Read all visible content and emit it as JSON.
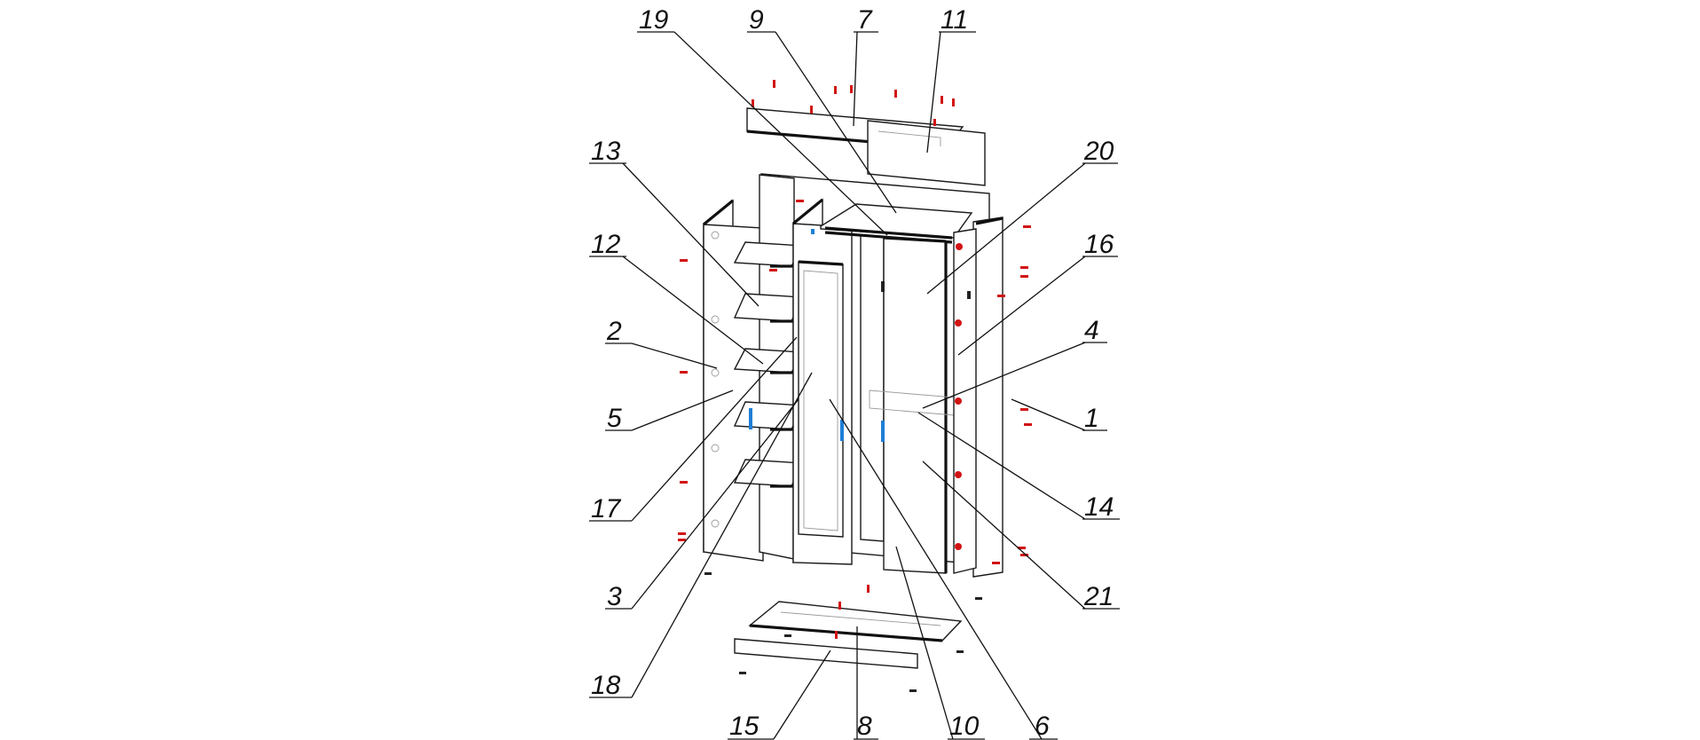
{
  "diagram": {
    "callouts": [
      {
        "label": "19"
      },
      {
        "label": "9"
      },
      {
        "label": "7"
      },
      {
        "label": "11"
      },
      {
        "label": "13"
      },
      {
        "label": "20"
      },
      {
        "label": "12"
      },
      {
        "label": "16"
      },
      {
        "label": "2"
      },
      {
        "label": "4"
      },
      {
        "label": "5"
      },
      {
        "label": "1"
      },
      {
        "label": "17"
      },
      {
        "label": "14"
      },
      {
        "label": "3"
      },
      {
        "label": "21"
      },
      {
        "label": "18"
      },
      {
        "label": "15"
      },
      {
        "label": "8"
      },
      {
        "label": "10"
      },
      {
        "label": "6"
      }
    ]
  }
}
